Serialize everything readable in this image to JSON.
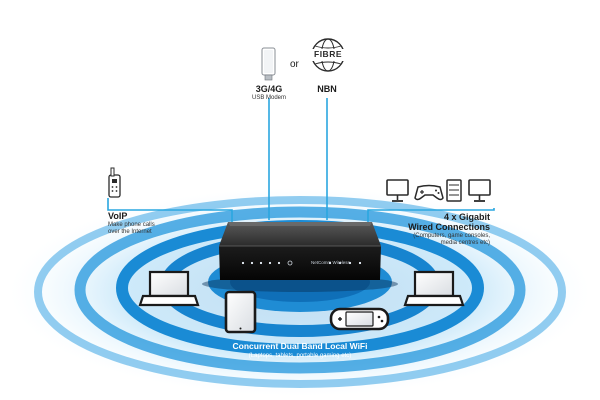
{
  "connections": {
    "modem": {
      "title": "3G/4G",
      "subtitle": "USB Modem"
    },
    "or": "or",
    "nbn": {
      "title": "NBN",
      "badge": "FIBRE"
    },
    "voip": {
      "title": "VoIP",
      "line1": "Make phone calls",
      "line2": "over the Internet"
    },
    "wired": {
      "line1": "4 x Gigabit",
      "line2": "Wired Connections",
      "line3": "(Computers, game consoles,",
      "line4": "media centres etc)"
    },
    "wifi": {
      "title": "Concurrent Dual Band Local WiFi",
      "subtitle": "(Laptops, tablets, portable gaming etc)"
    }
  },
  "router": {
    "brand": "NetComm Wireless"
  },
  "icons": [
    "usb-modem-icon",
    "fibre-globe-icon",
    "phone-icon",
    "monitor-icon",
    "gamepad-icon",
    "media-centre-icon",
    "laptop-icon",
    "tablet-icon",
    "handheld-console-icon",
    "wifi-waves"
  ],
  "colors": {
    "wire": "#2aa7e0",
    "wave": "#1e90d6",
    "wave_light": "#aee0fa",
    "device": "#1a1a1a",
    "text": "#1c1c1c"
  }
}
